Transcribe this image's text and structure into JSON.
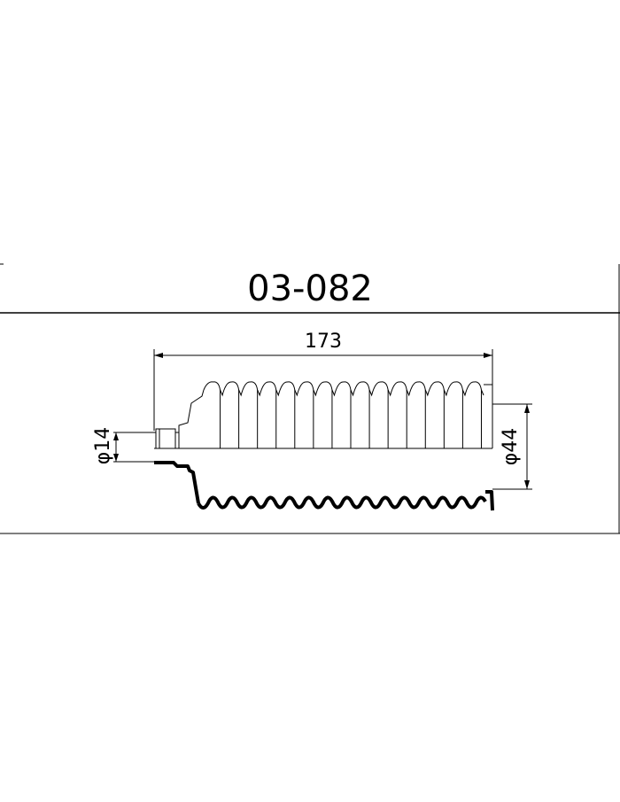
{
  "drawing": {
    "part_number": "03-082",
    "overall_length_label": "173",
    "small_diameter_label": "φ14",
    "large_diameter_label": "φ44"
  },
  "colors": {
    "line": "#000000",
    "background": "#ffffff"
  }
}
